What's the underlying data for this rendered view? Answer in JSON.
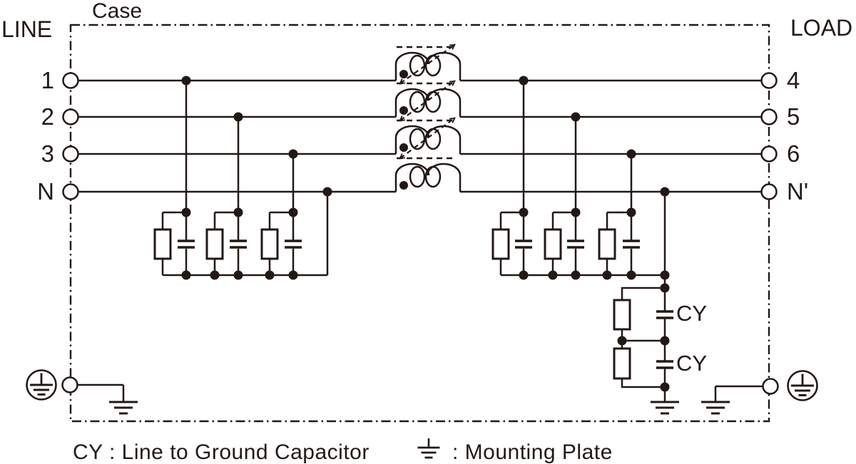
{
  "colors": {
    "ink": "#231815",
    "background": "#ffffff"
  },
  "case_label": "Case",
  "side_labels": {
    "left": "LINE",
    "right": "LOAD"
  },
  "terminals": {
    "line": [
      "1",
      "2",
      "3",
      "N"
    ],
    "load": [
      "4",
      "5",
      "6",
      "N'"
    ]
  },
  "capacitor_labels": {
    "cy_top": "CY",
    "cy_bottom": "CY"
  },
  "legend": {
    "cy_term": "CY : Line to Ground Capacitor",
    "plate_term": ": Mounting Plate"
  }
}
